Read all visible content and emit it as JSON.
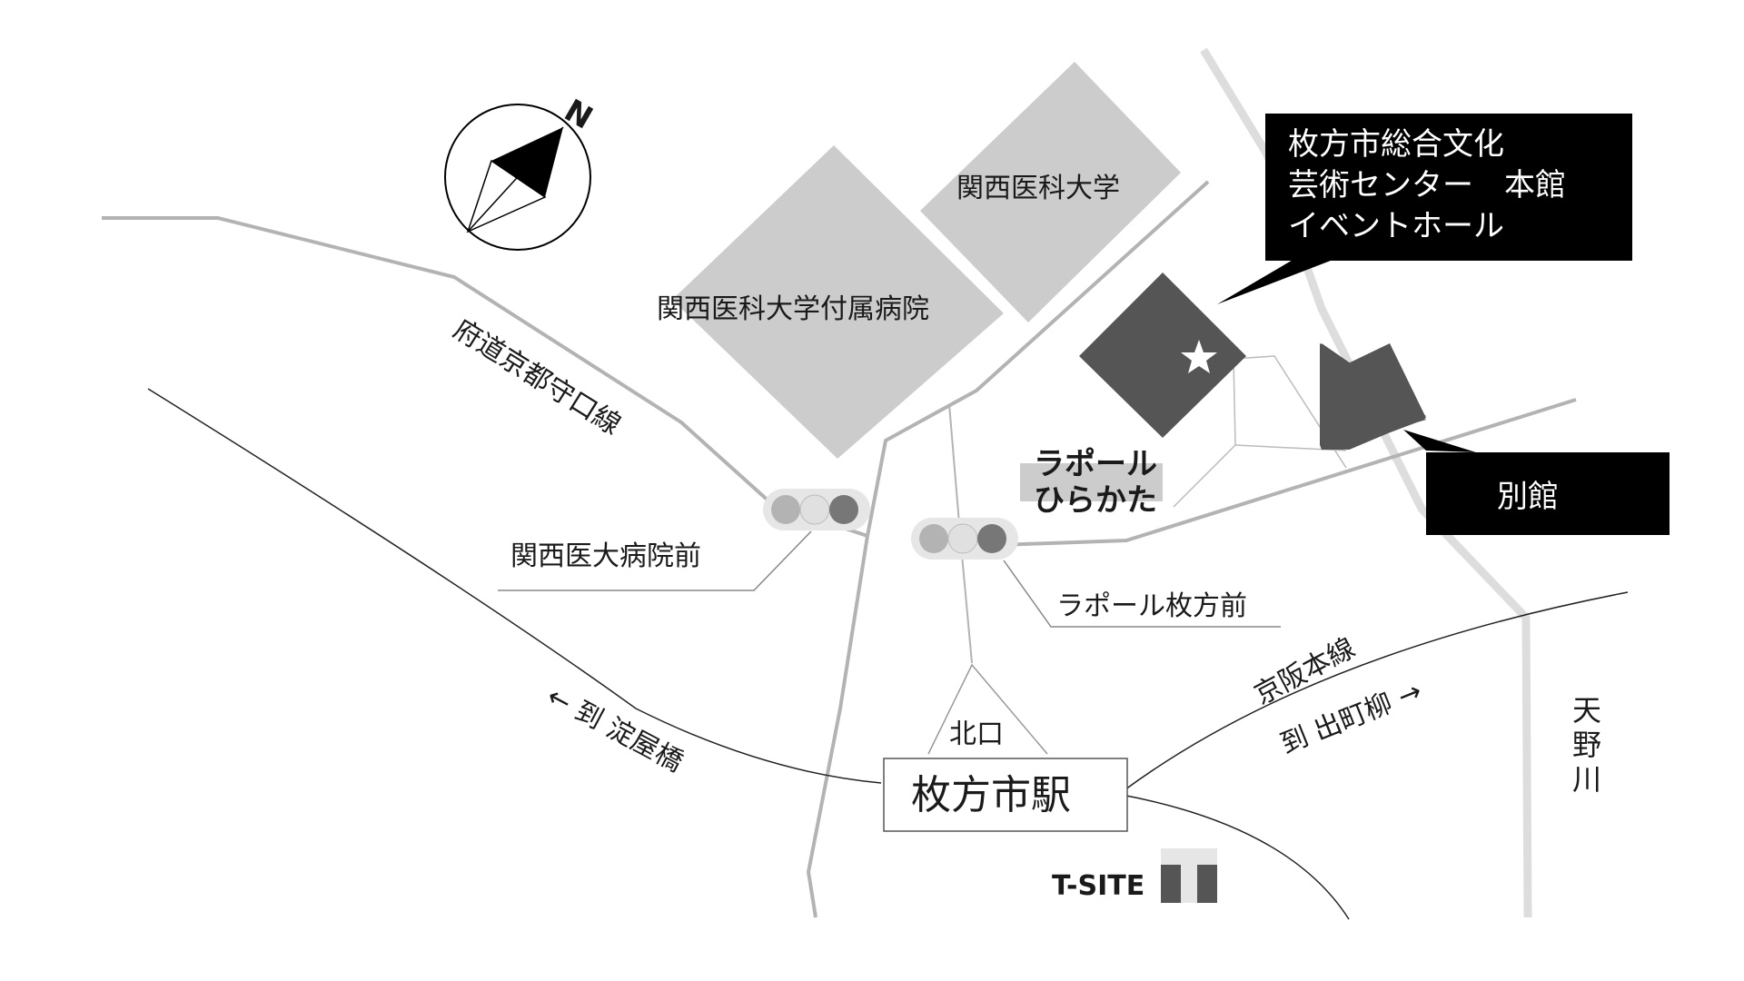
{
  "compass": {
    "north": "N"
  },
  "labels": {
    "hospital": "関西医科大学付属病院",
    "university": "関西医科大学",
    "prefectural_road": "府道京都守口線",
    "laport_line1": "ラポール",
    "laport_line2": "ひらかた",
    "callout_main": [
      "枚方市総合文化",
      "芸術センター　本館",
      "イベントホール"
    ],
    "callout_annex": "別館",
    "stop_kansai": "関西医大病院前",
    "stop_laport": "ラポール枚方前",
    "to_yodoyabashi": "← 到 淀屋橋",
    "keihan_line": "京阪本線",
    "to_demachiyanagi": "到 出町柳 →",
    "river": "天野川",
    "north_exit": "北口",
    "station": "枚方市駅",
    "tsite": "T-SITE"
  },
  "colors": {
    "building_light": "#cccccc",
    "building_dark": "#555555",
    "road": "#b3b3b3",
    "river": "#d9d9d9",
    "callout_bg": "#000000"
  }
}
